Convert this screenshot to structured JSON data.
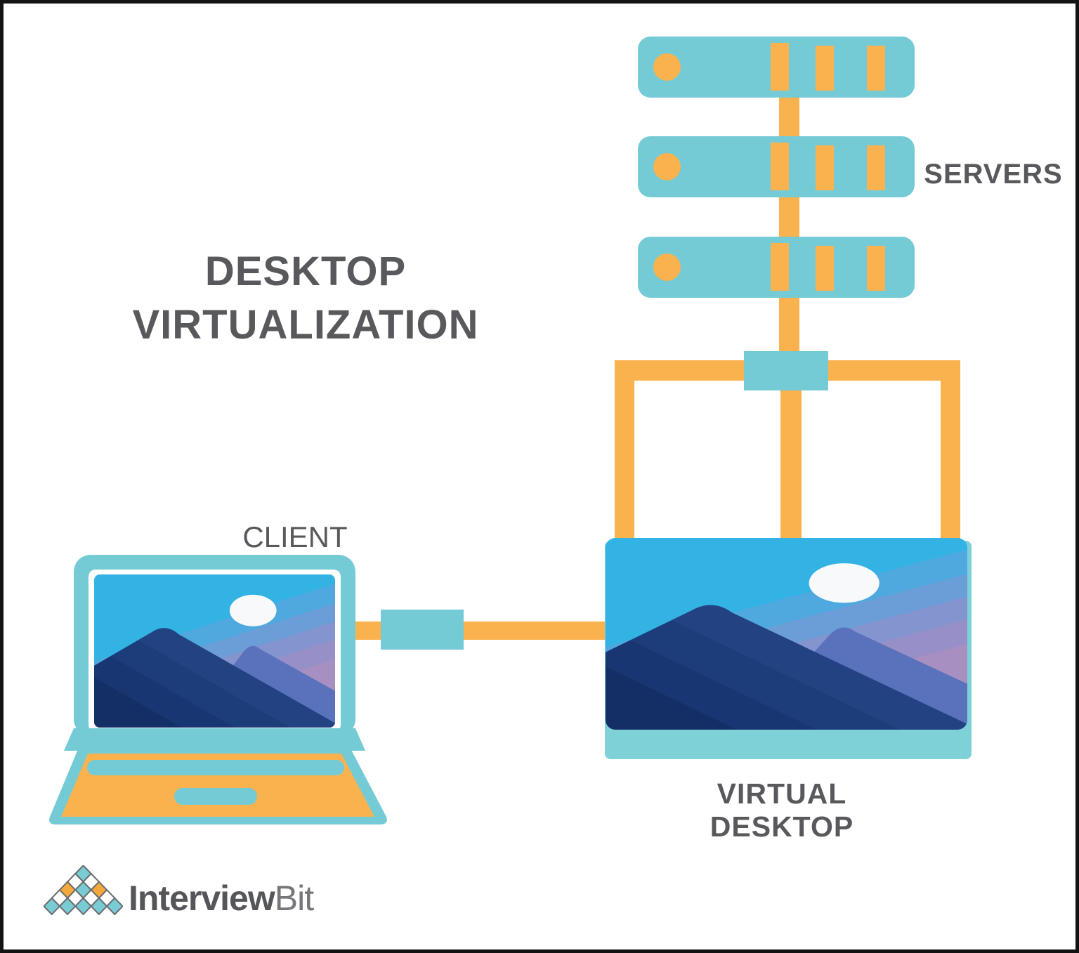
{
  "title": {
    "line1": "DESKTOP",
    "line2": "VIRTUALIZATION"
  },
  "labels": {
    "servers": "SERVERS",
    "client": "CLIENT",
    "virtual_desktop": "VIRTUAL DESKTOP"
  },
  "logo": {
    "text_primary": "Interview",
    "text_secondary": "Bit",
    "rows": [
      [
        "teal"
      ],
      [
        "white",
        "white"
      ],
      [
        "orange",
        "teal",
        "orange"
      ],
      [
        "white",
        "white",
        "white",
        "white"
      ],
      [
        "teal",
        "teal",
        "teal",
        "teal",
        "teal"
      ]
    ]
  },
  "diagram": {
    "server_count": 3,
    "connection_style": "orange bus with teal switch joining servers to virtual desktop, cable with teal plug to client laptop"
  },
  "colors": {
    "teal": "#74CBD5",
    "teal_light": "#7DD1D7",
    "orange": "#F9B24E",
    "label": "#58595C",
    "border": "#131313",
    "sky": "#33B2E4",
    "sky_lavender": "#A78FC1",
    "cloud": "#F7F9FB",
    "mountain_front": "#1D3C7A",
    "mountain_back": "#5A71BB",
    "logo_teal": "#7ACCD4",
    "logo_orange": "#F5A93D",
    "logo_outline": "#6A6C6F",
    "logo_text_primary": "#54565A",
    "logo_text_secondary": "#76777B"
  }
}
